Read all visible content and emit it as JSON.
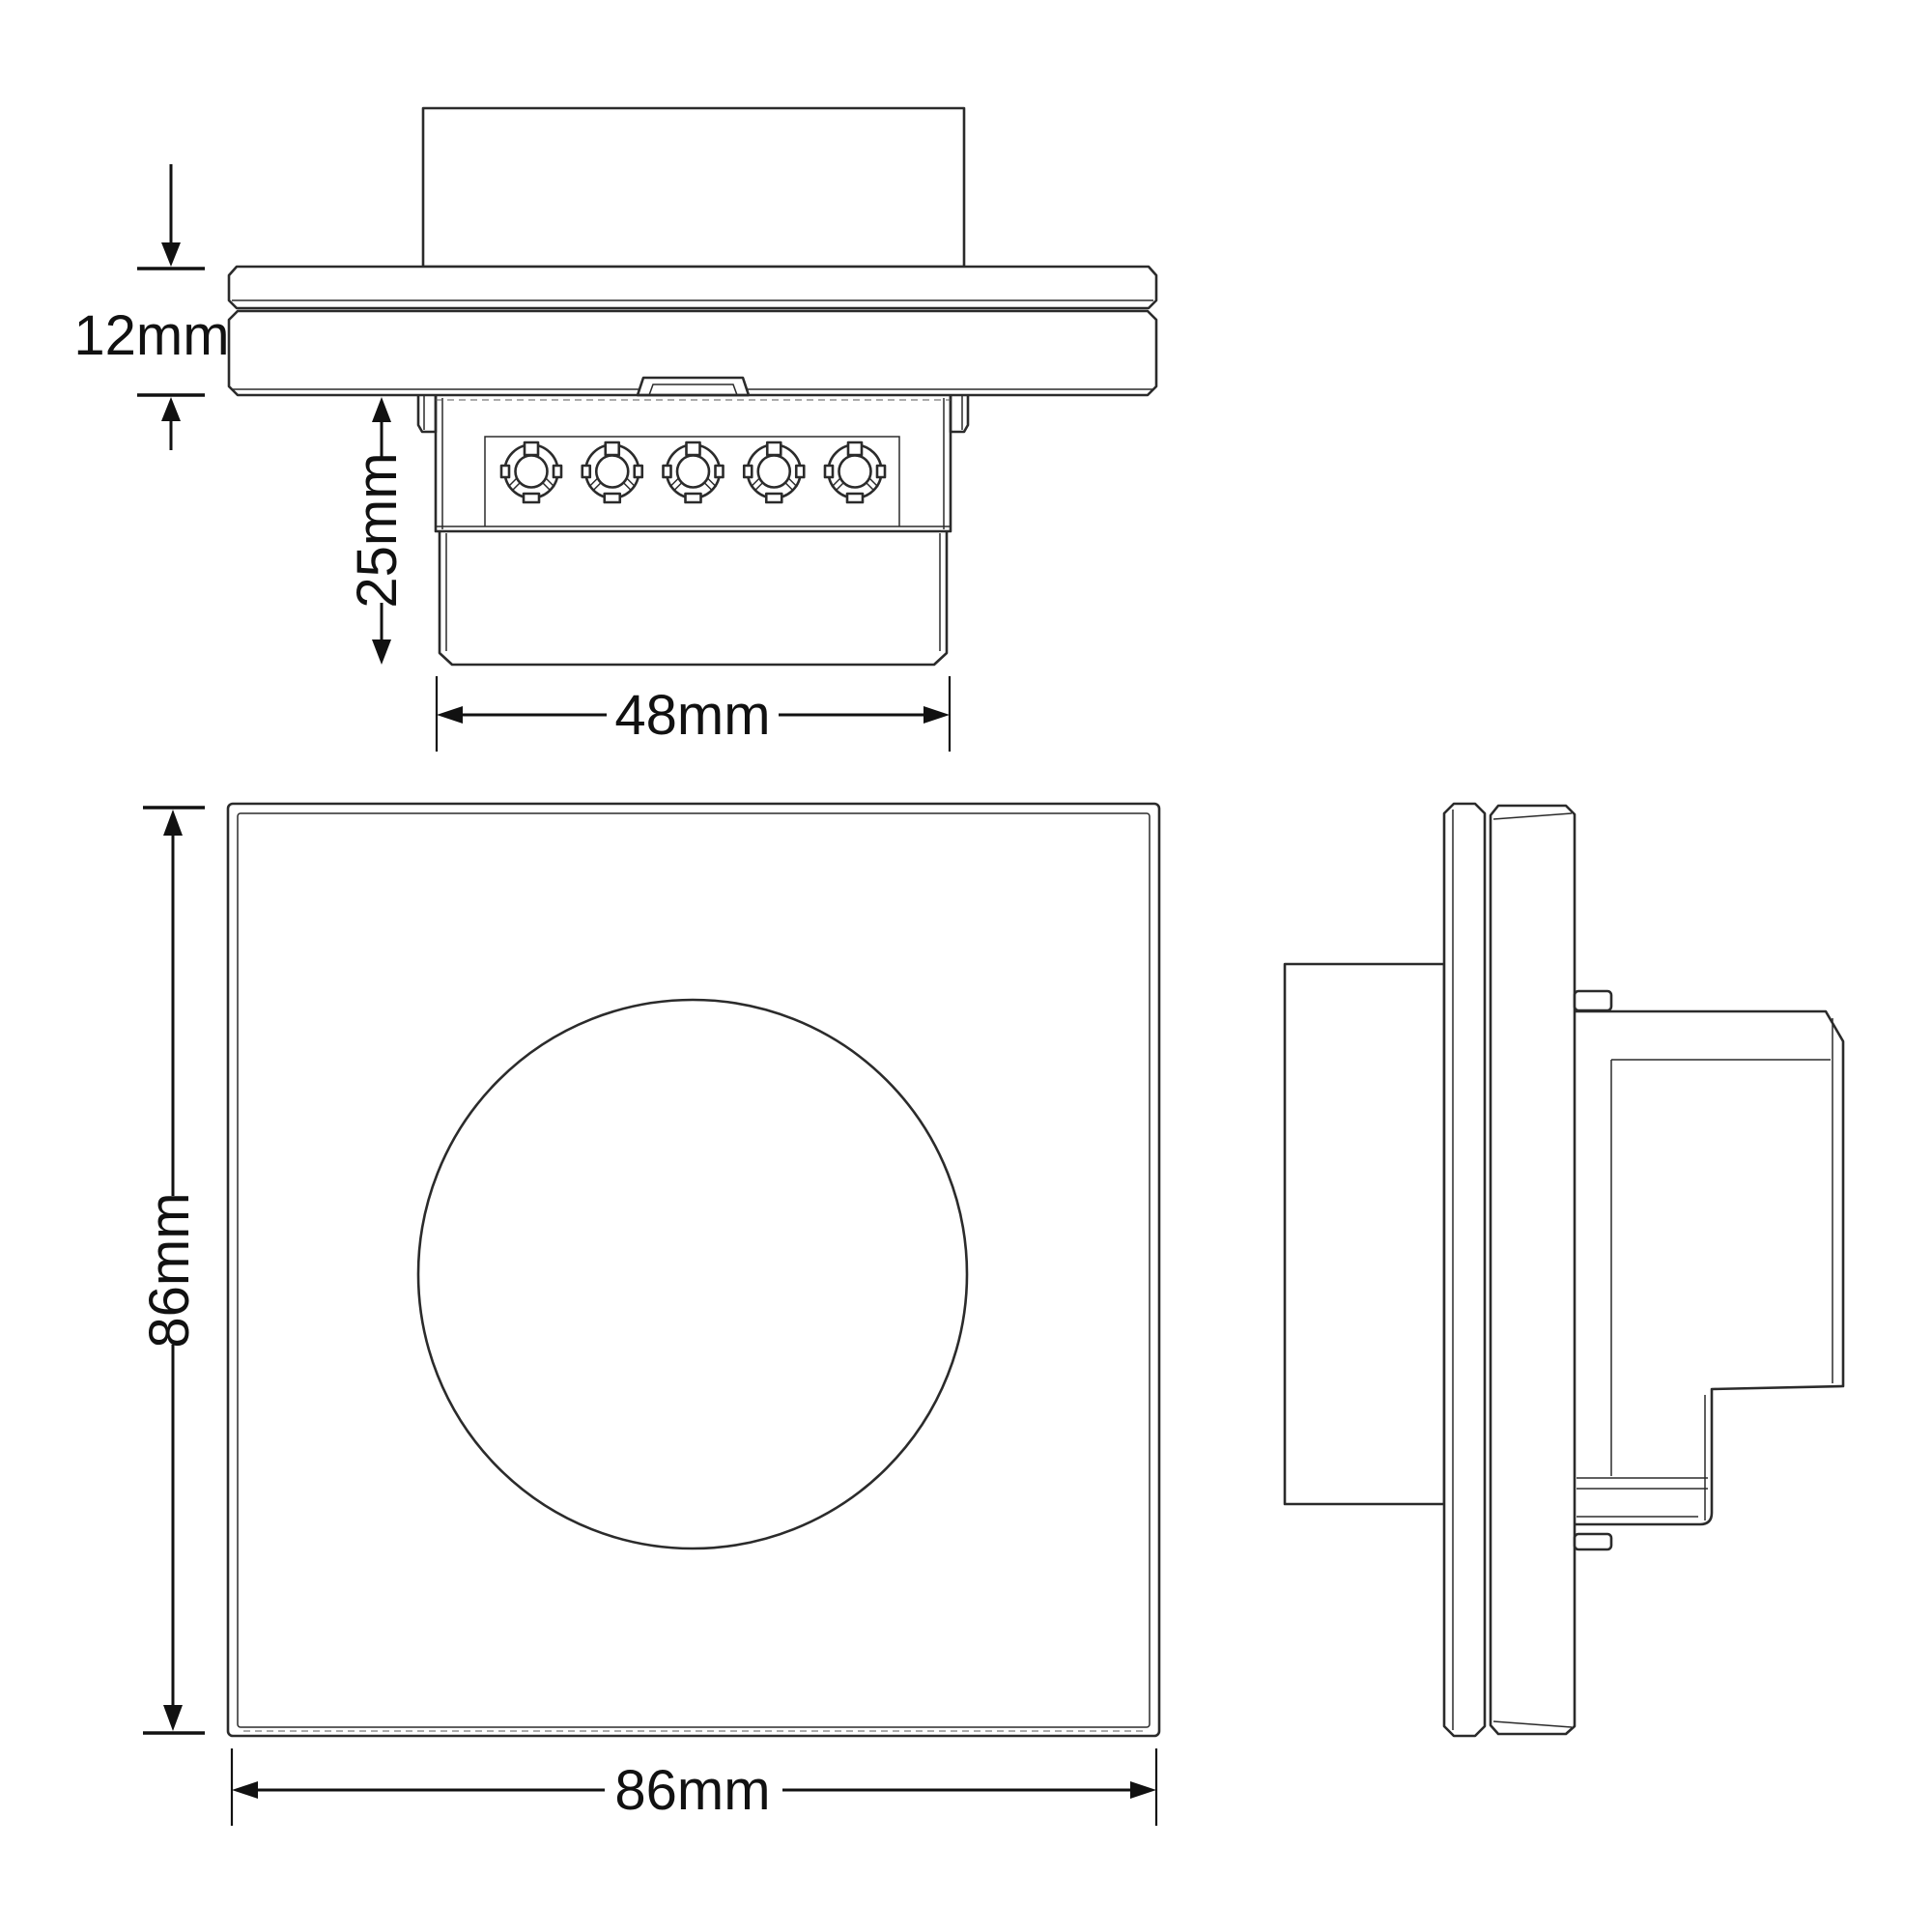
{
  "colors": {
    "background": "#ffffff",
    "line": "#2b2b2b",
    "dimension": "#111111",
    "text": "#111111"
  },
  "dimensions": {
    "plate_thickness": {
      "label": "12mm"
    },
    "mount_depth": {
      "label": "25mm"
    },
    "mount_width": {
      "label": "48mm"
    },
    "faceplate_height": {
      "label": "86mm"
    },
    "faceplate_width": {
      "label": "86mm"
    }
  }
}
